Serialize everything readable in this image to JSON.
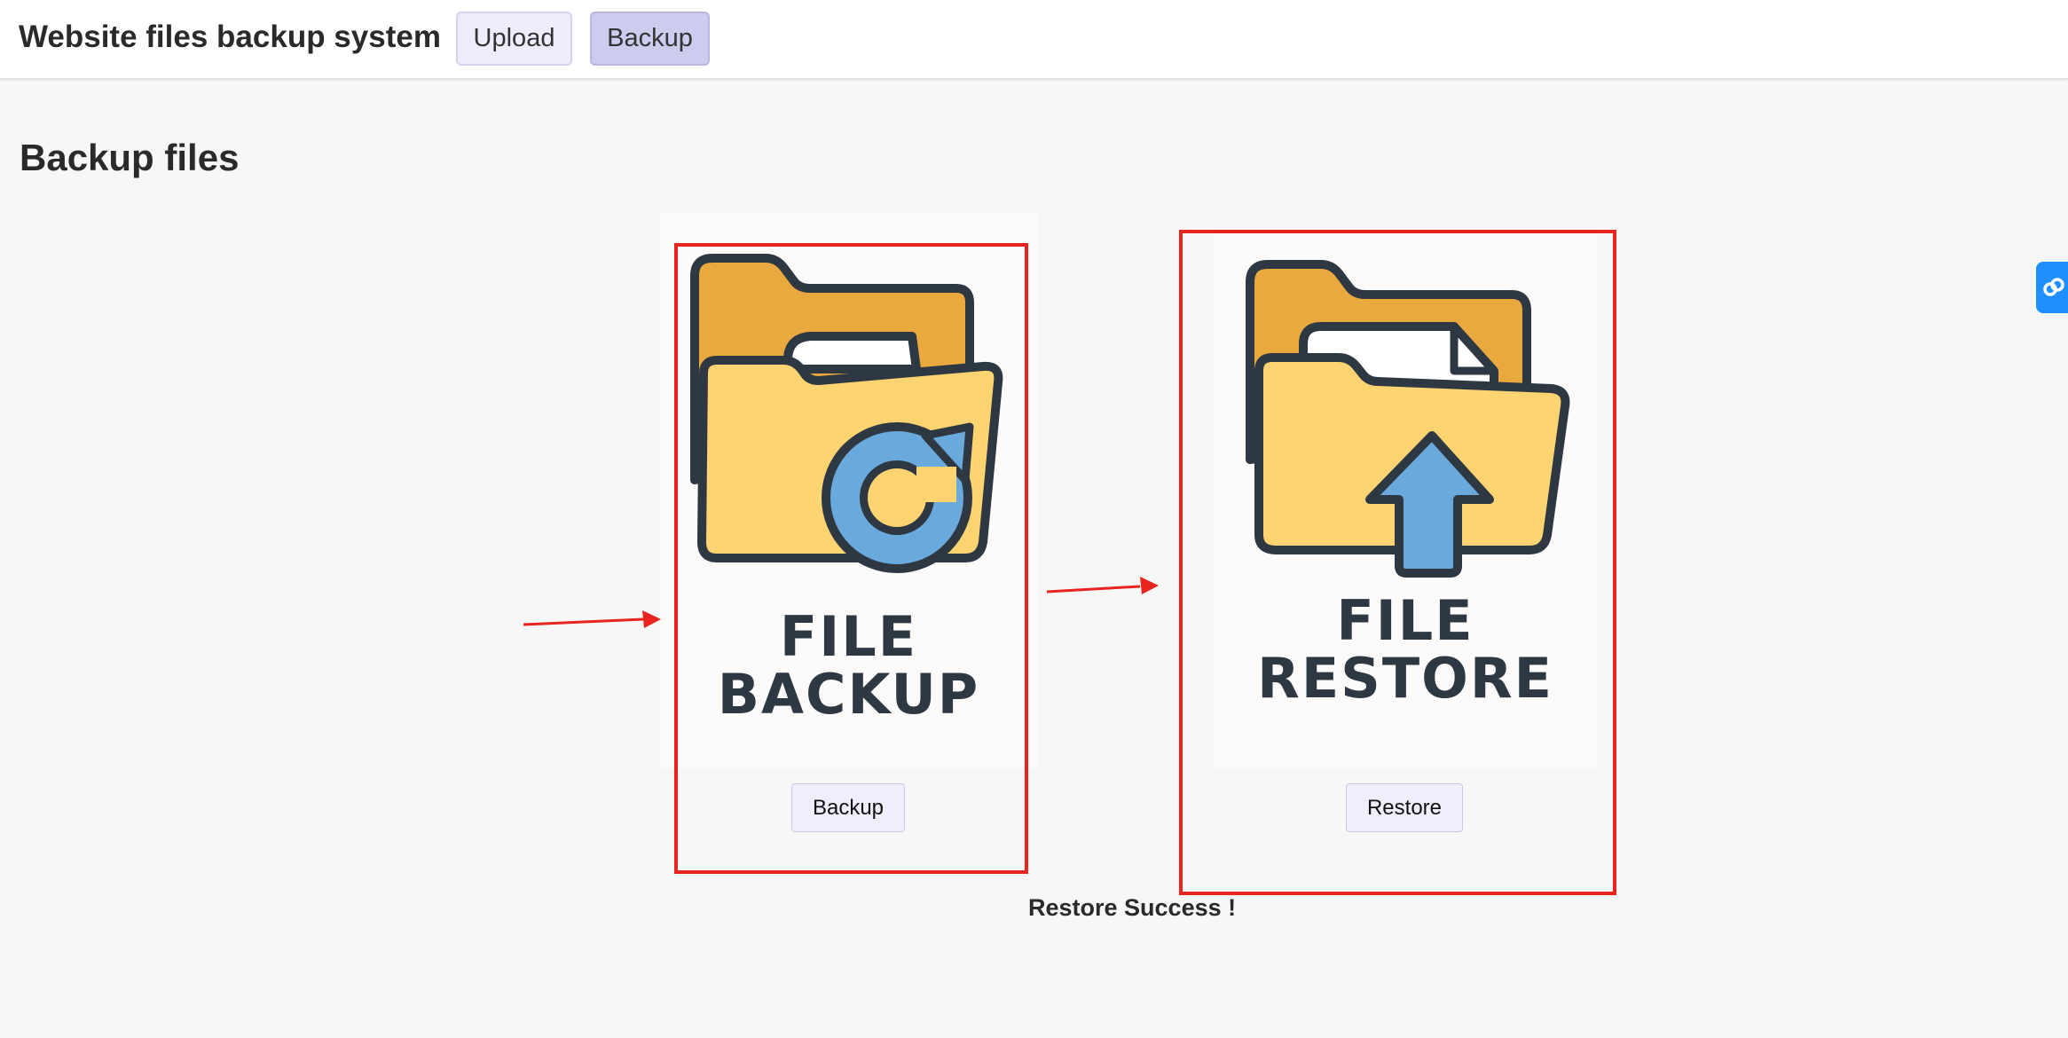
{
  "header": {
    "app_title": "Website files backup system",
    "nav": [
      {
        "label": "Upload",
        "active": false
      },
      {
        "label": "Backup",
        "active": true
      }
    ]
  },
  "main": {
    "section_title": "Backup files",
    "cards": [
      {
        "image_text_line1": "FILE",
        "image_text_line2": "BACKUP",
        "button_label": "Backup",
        "icon": "folder-refresh-icon"
      },
      {
        "image_text_line1": "FILE",
        "image_text_line2": "RESTORE",
        "button_label": "Restore",
        "icon": "folder-upload-icon"
      }
    ],
    "status_message": "Restore Success !"
  },
  "colors": {
    "annotation": "#e8241e",
    "folder_back": "#eaa93f",
    "folder_front": "#fed372",
    "accent_blue": "#6aa9dc",
    "outline": "#2d3843",
    "nav_active": "#cdcbee",
    "button_bg": "#efeefb"
  }
}
